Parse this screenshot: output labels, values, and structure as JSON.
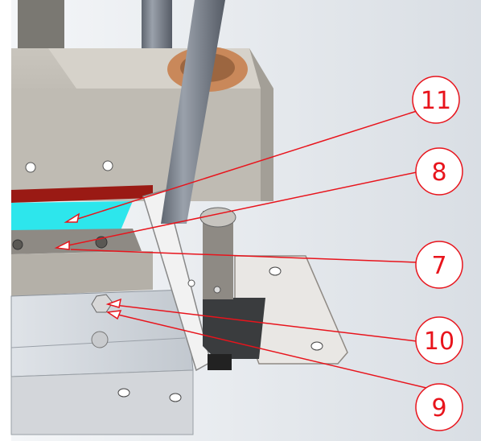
{
  "colors": {
    "callout": "#e8141c",
    "steel": "#b8b4ac",
    "steel_dark": "#8c8880",
    "rod": "#7e8590",
    "cyan_pad": "#2de6ec",
    "red_strip": "#9a1a14",
    "copper_washer": "#c9885a",
    "black_block": "#3a3c3e"
  },
  "callouts": [
    {
      "id": "11",
      "label": "11"
    },
    {
      "id": "8",
      "label": "8"
    },
    {
      "id": "7",
      "label": "7"
    },
    {
      "id": "10",
      "label": "10"
    },
    {
      "id": "9",
      "label": "9"
    }
  ]
}
